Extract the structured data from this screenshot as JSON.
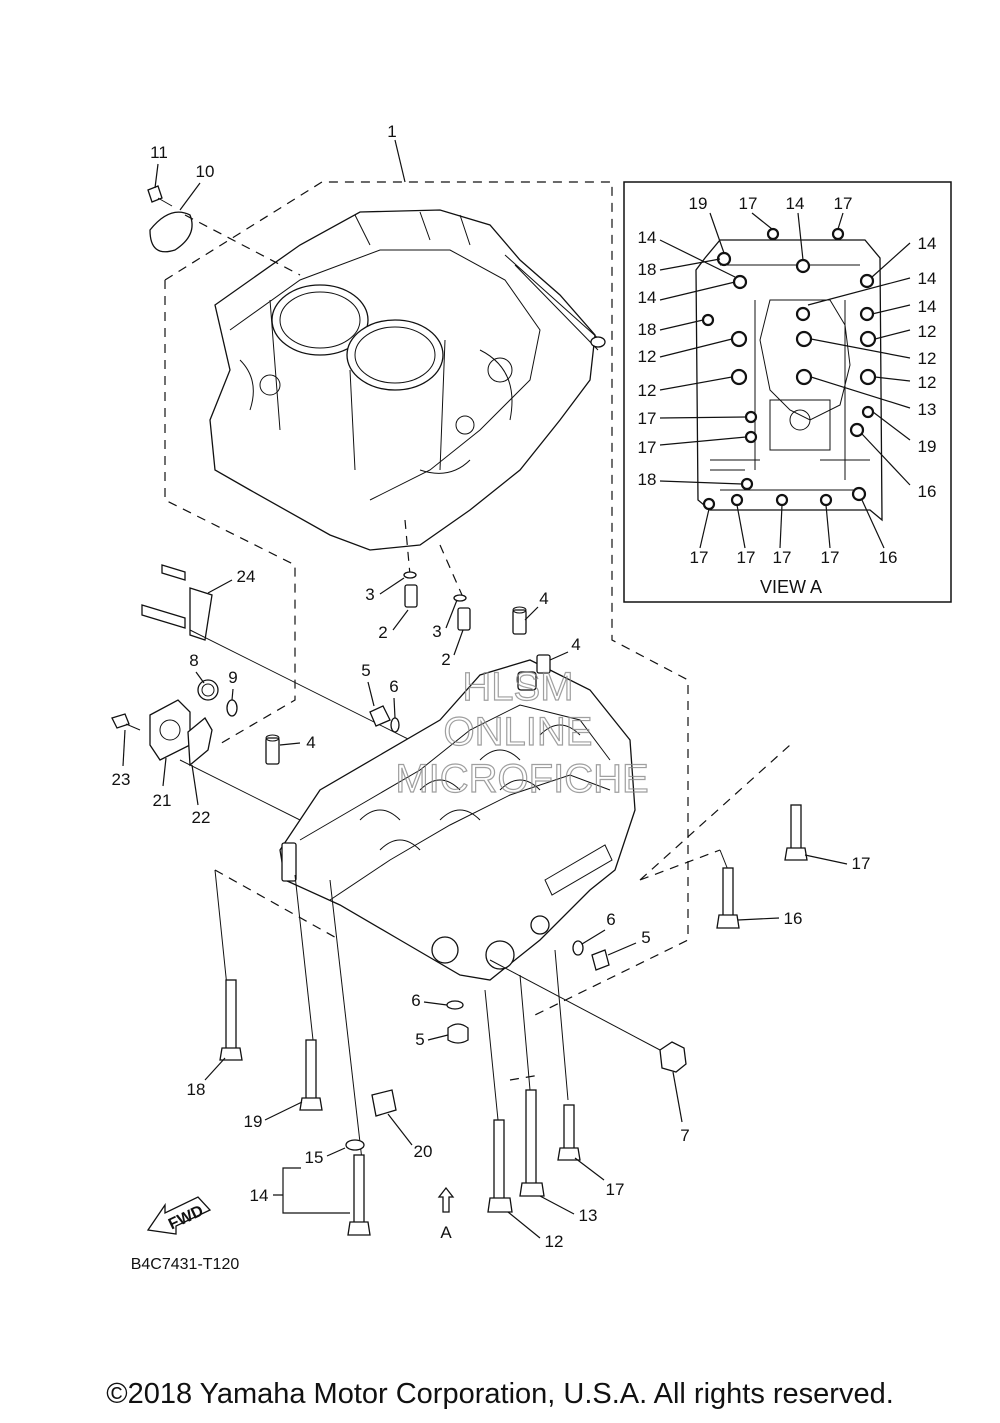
{
  "diagram": {
    "drawing_code": "B4C7431-T120",
    "view_a": {
      "title": "VIEW A",
      "tag": "A"
    },
    "fwd_label": "FWD",
    "watermark": [
      "HLSM",
      "ONLINE",
      "MICROFICHE"
    ],
    "callouts": [
      "1",
      "2",
      "3",
      "4",
      "5",
      "6",
      "7",
      "8",
      "9",
      "10",
      "11",
      "12",
      "13",
      "14",
      "15",
      "16",
      "17",
      "18",
      "19",
      "20",
      "21",
      "22",
      "23",
      "24"
    ],
    "view_a_callouts": [
      "12",
      "13",
      "14",
      "16",
      "17",
      "18",
      "19"
    ]
  },
  "footer": {
    "copyright": "©2018 Yamaha Motor Corporation, U.S.A. All rights reserved."
  }
}
